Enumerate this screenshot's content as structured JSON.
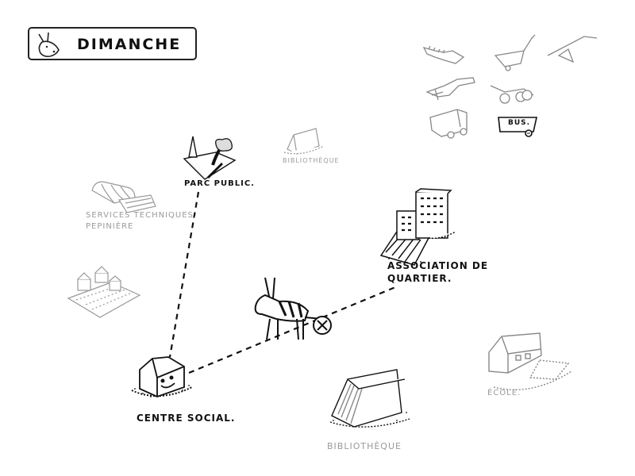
{
  "header": {
    "title": "DIMANCHE"
  },
  "places": {
    "parc_public": "PARC PUBLIC.",
    "bibliotheque_small": "BIBLIOTHÈQUE",
    "services_techniques": "SERVICES TECHNIQUES.",
    "pepiniere": "PEPINIÈRE",
    "association": "ASSOCIATION DE",
    "quartier": "QUARTIER.",
    "centre_social": "CENTRE SOCIAL.",
    "bibliotheque": "BIBLIOTHÈQUE",
    "ecole": "ÉCOLE."
  },
  "transport": {
    "bus_label": "BUS."
  },
  "icons": [
    "donkey-logo-icon",
    "hedge-trimmer-icon",
    "wheelbarrow-icon",
    "rake-icon",
    "leaf-blower-icon",
    "lawnmower-icon",
    "trailer-icon",
    "bus-icon",
    "donkey-cart-icon"
  ]
}
